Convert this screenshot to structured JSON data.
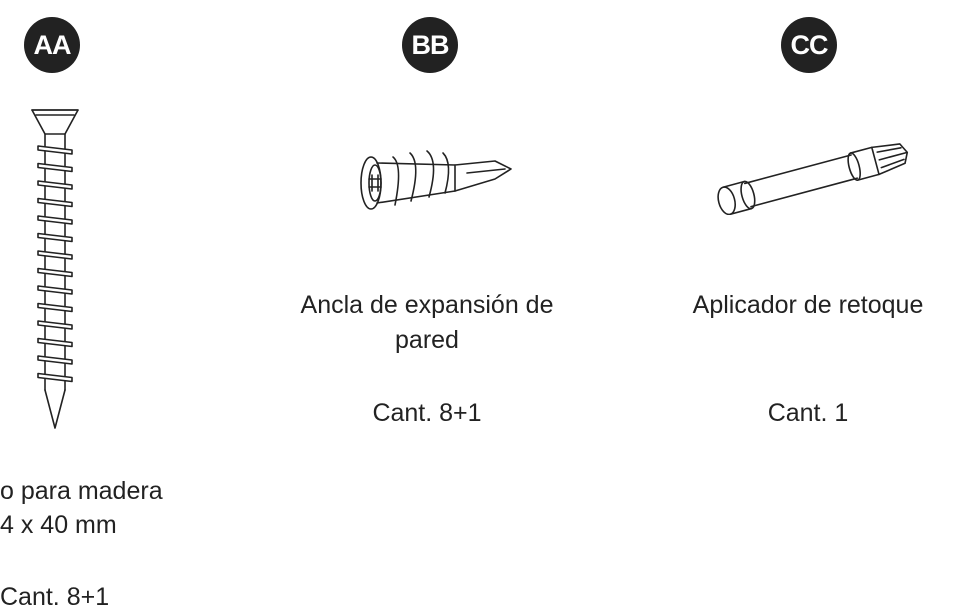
{
  "items": [
    {
      "code": "AA",
      "name_line1": "o para madera",
      "name_line2": "4 x 40 mm",
      "quantity": "Cant. 8+1",
      "icon": "wood-screw-icon"
    },
    {
      "code": "BB",
      "name_line1": "Ancla de expansión de",
      "name_line2": "pared",
      "quantity": "Cant. 8+1",
      "icon": "wall-anchor-icon"
    },
    {
      "code": "CC",
      "name_line1": "Aplicador de retoque",
      "quantity": "Cant. 1",
      "icon": "touch-up-pen-icon"
    }
  ]
}
